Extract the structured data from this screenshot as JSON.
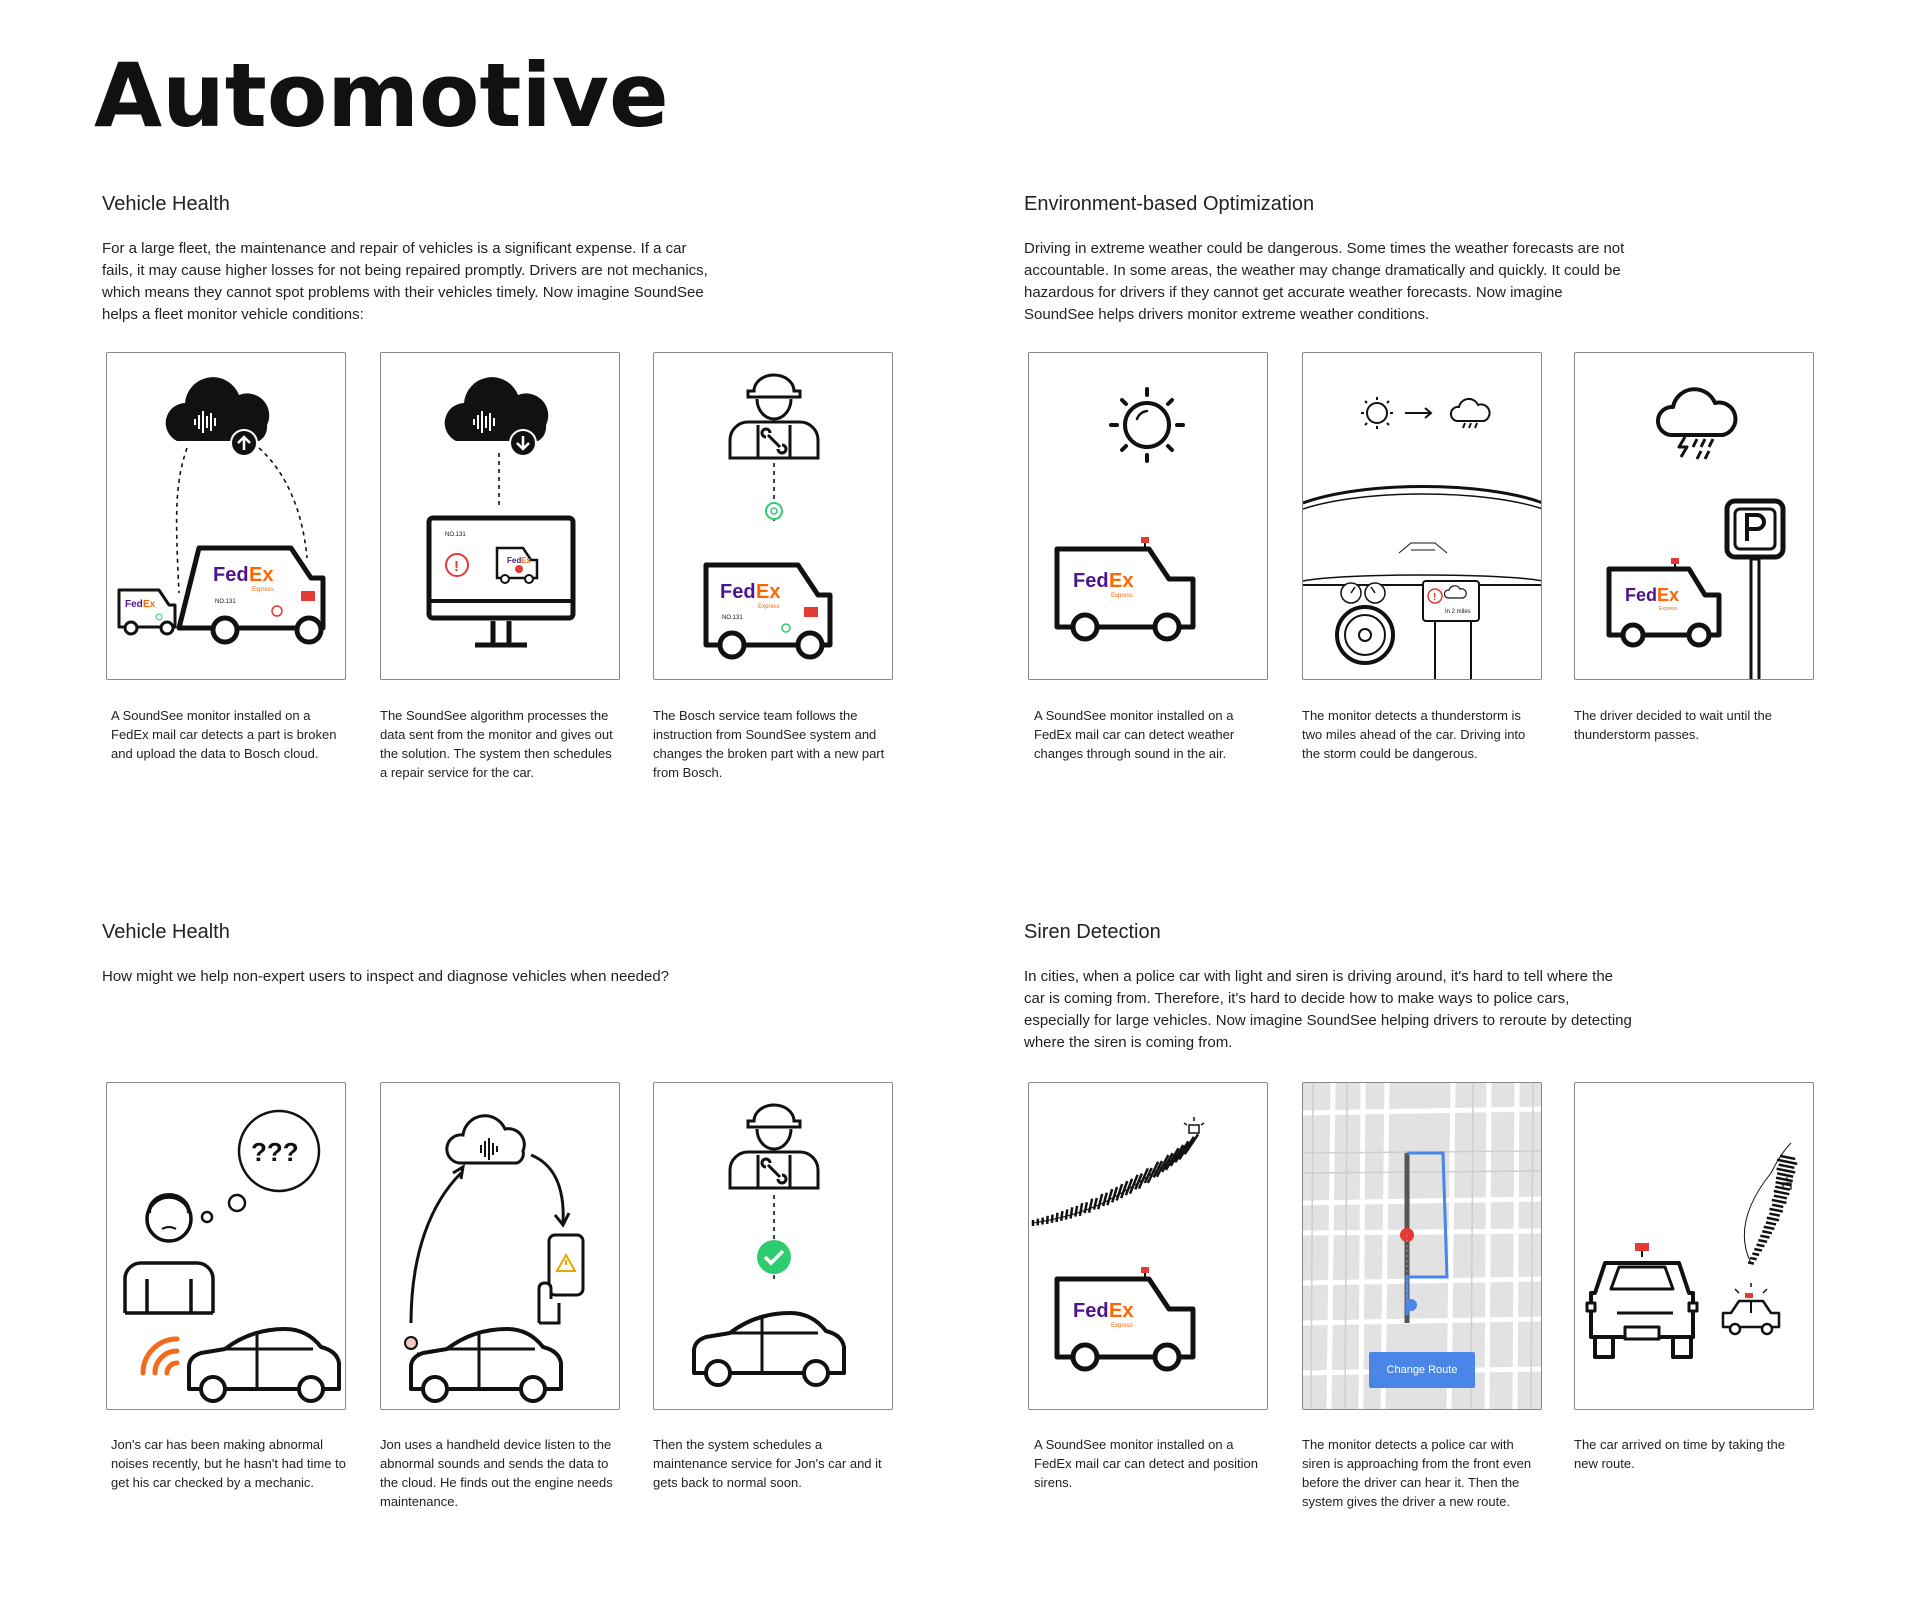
{
  "page": {
    "title": "Automotive"
  },
  "sections": [
    {
      "heading": "Vehicle Health",
      "intro": "For a large fleet, the maintenance and repair of vehicles is a significant expense. If a car fails, it may cause higher losses for not being repaired promptly. Drivers are not mechanics, which means they cannot spot problems with their vehicles timely. Now imagine SoundSee helps a fleet monitor vehicle conditions:",
      "captions": [
        "A SoundSee monitor installed on a FedEx mail car detects a part is broken and upload the data to Bosch cloud.",
        "The SoundSee algorithm processes the data sent from the monitor and gives out the solution. The system then schedules a repair service for the car.",
        "The Bosch service team follows the instruction from SoundSee system and changes the broken part with a new part from Bosch."
      ]
    },
    {
      "heading": "Environment-based Optimization",
      "intro": "Driving in extreme weather could be dangerous. Some times the weather forecasts are not accountable. In some areas, the weather may change dramatically and quickly. It could be hazardous for drivers if they cannot get accurate weather forecasts. Now imagine SoundSee helps drivers monitor extreme weather conditions.",
      "captions": [
        "A SoundSee monitor installed on a FedEx mail car can detect weather changes through sound in the air.",
        "The monitor detects a thunderstorm is two miles ahead of the car. Driving into the storm could be dangerous.",
        "The driver decided to wait until the thunderstorm passes."
      ]
    },
    {
      "heading": "Vehicle Health",
      "intro": "How might we help non-expert users to inspect and diagnose vehicles when needed?",
      "captions": [
        "Jon's car has been making abnormal noises recently, but he hasn't had time to get his car checked by a mechanic.",
        "Jon uses a handheld device listen to the abnormal sounds and sends the data to the cloud. He finds out the engine needs maintenance.",
        "Then the system schedules a maintenance service for Jon's car and it gets back to normal soon."
      ]
    },
    {
      "heading": "Siren Detection",
      "intro": "In cities, when a police car with light and siren is driving around, it's hard to tell where the car is coming from. Therefore, it's hard to decide how to make ways to police cars, especially for large vehicles. Now imagine SoundSee helping drivers to reroute by detecting where the siren is coming from.",
      "captions": [
        "A SoundSee monitor installed on a FedEx mail car can detect and position sirens.",
        "The monitor detects a police car with siren is approaching from the front even before the driver can hear it. Then the system gives the driver a new route.",
        "The car arrived on time by taking the new route."
      ]
    }
  ],
  "illustrations": {
    "van_brand": "FedEx",
    "van_sub": "Express",
    "van_number": "NO.131",
    "question": "???",
    "in_two_miles": "In 2 miles",
    "change_route_button": "Change Route"
  },
  "colors": {
    "fedex_purple": "#4d148c",
    "fedex_orange": "#ff6600",
    "alert_red": "#e53935",
    "ok_green": "#2ecc71",
    "sound_orange": "#f26b1d",
    "map_blue": "#4a86e8"
  }
}
